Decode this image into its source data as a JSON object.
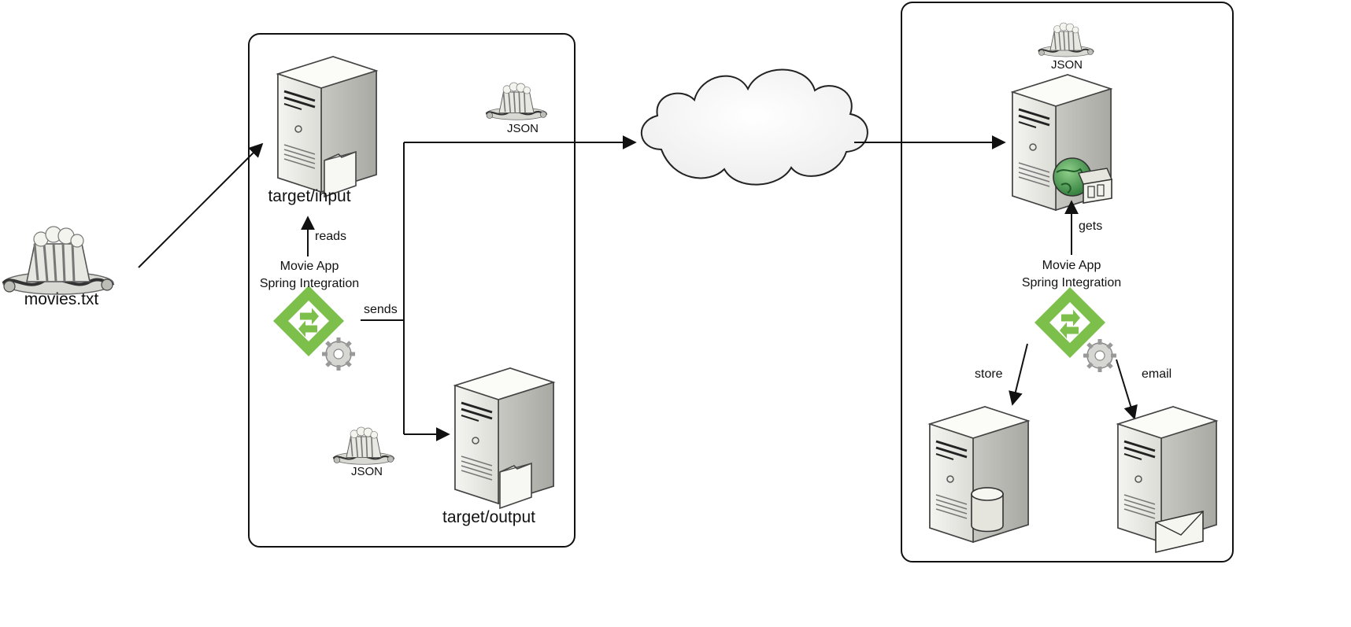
{
  "source": {
    "filename": "movies.txt",
    "icon": "film-reel-icon"
  },
  "left_panel": {
    "input_server": {
      "label": "target/input",
      "icon": "server-folder-icon"
    },
    "reads_label": "reads",
    "app": {
      "line1": "Movie App",
      "line2": "Spring Integration",
      "icon": "spring-integration-icon",
      "accent": "#7cc04b"
    },
    "sends_label": "sends",
    "json_top": "JSON",
    "json_bottom": "JSON",
    "output_server": {
      "label": "target/output",
      "icon": "server-folder-icon"
    }
  },
  "network": {
    "icon": "cloud-icon"
  },
  "right_panel": {
    "json_label": "JSON",
    "web_server": {
      "icon": "server-globe-film-icon"
    },
    "gets_label": "gets",
    "app": {
      "line1": "Movie App",
      "line2": "Spring Integration",
      "icon": "spring-integration-icon",
      "accent": "#7cc04b"
    },
    "store_label": "store",
    "email_label": "email",
    "db_server": {
      "icon": "server-database-icon"
    },
    "mail_server": {
      "icon": "server-mail-icon"
    }
  }
}
